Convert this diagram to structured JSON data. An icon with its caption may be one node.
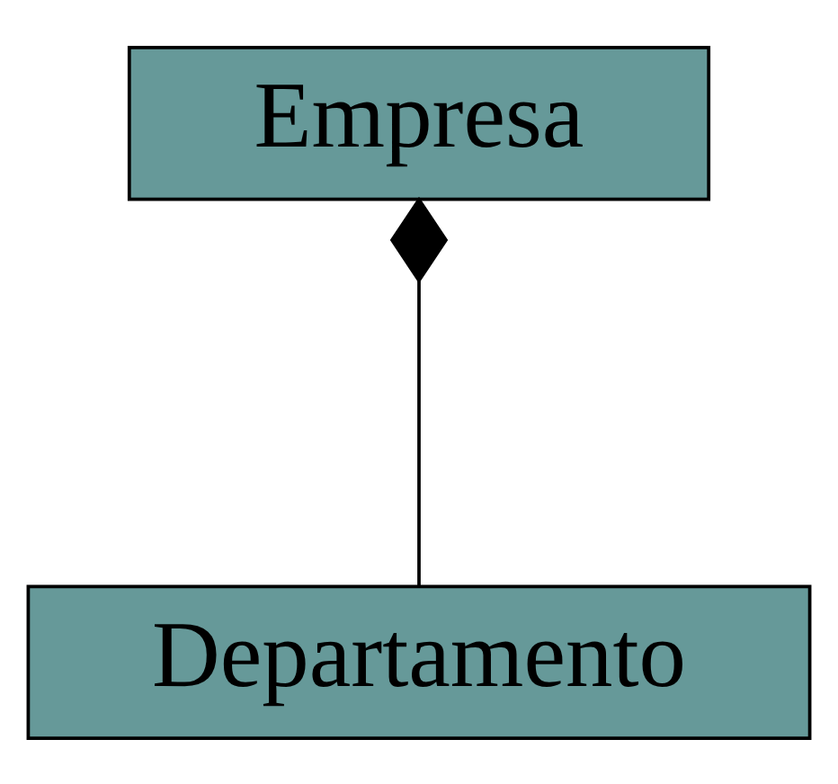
{
  "diagram": {
    "nodes": [
      {
        "text": [
          "Empresa"
        ]
      },
      {
        "text": [
          "Departamento"
        ]
      }
    ],
    "edges": [
      {
        "from": 0,
        "to": 1,
        "arrow": "other"
      }
    ]
  }
}
